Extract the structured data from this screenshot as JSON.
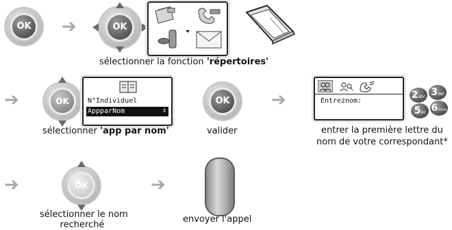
{
  "steps": {
    "s1_caption_prefix": "sélectionner la fonction ",
    "s1_caption_bold": "'répertoires'",
    "s2_caption_prefix": "sélectionner ",
    "s2_caption_bold": "'app par nom'",
    "s3_caption": "valider",
    "s4_caption_line1": "entrer la première lettre du",
    "s4_caption_line2": "nom de votre correspondant*",
    "s5_caption_line1": "sélectionner le nom",
    "s5_caption_line2": "recherché",
    "s6_caption": "envoyer l'appel"
  },
  "ok_label": "OK",
  "menu_screen": {
    "item1": "N°Individuel",
    "item2": "AppparNom"
  },
  "entry_screen": {
    "text": "Entreznom:"
  },
  "keypad": [
    {
      "digit": "2",
      "letters": "abc"
    },
    {
      "digit": "3",
      "letters": "def"
    },
    {
      "digit": "5",
      "letters": "jkl"
    },
    {
      "digit": "6",
      "letters": "mno"
    }
  ],
  "colors": {
    "arrow": "#a8a8a8",
    "nav_dark": "#5c5c5c",
    "nav_light": "#cfcfcf"
  }
}
